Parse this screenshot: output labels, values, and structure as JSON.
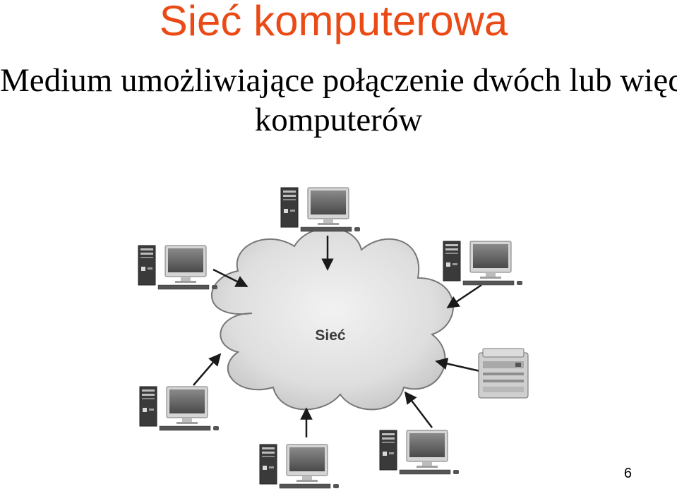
{
  "slide": {
    "title": "Sieć komputerowa",
    "subtitle_line1": "Medium umożliwiające połączenie dwóch lub więcej",
    "subtitle_line2": "komputerów",
    "page_number": "6"
  },
  "diagram": {
    "cloud_label": "Sieć",
    "nodes": [
      {
        "id": "computer-top",
        "icon": "computer-icon"
      },
      {
        "id": "computer-upper-right",
        "icon": "computer-icon"
      },
      {
        "id": "printer-right",
        "icon": "printer-icon"
      },
      {
        "id": "computer-bottom-right",
        "icon": "computer-icon"
      },
      {
        "id": "computer-bottom-center",
        "icon": "computer-icon"
      },
      {
        "id": "computer-lower-left",
        "icon": "computer-icon"
      },
      {
        "id": "computer-upper-left",
        "icon": "computer-icon"
      }
    ],
    "colors": {
      "title": "#ea4a16",
      "cloud_fill": "#dcdcdc",
      "cloud_stroke": "#777777",
      "arrow": "#1a1a1a"
    }
  }
}
